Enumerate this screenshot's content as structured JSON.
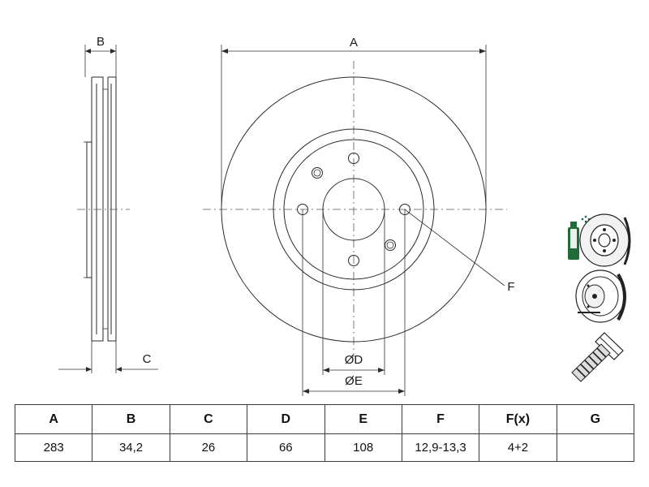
{
  "drawing": {
    "label_a": "A",
    "label_b": "B",
    "label_c": "C",
    "label_d": "ØD",
    "label_e": "ØE",
    "label_f": "F"
  },
  "table": {
    "headers": [
      "A",
      "B",
      "C",
      "D",
      "E",
      "F",
      "F(x)",
      "G"
    ],
    "values": [
      "283",
      "34,2",
      "26",
      "66",
      "108",
      "12,9-13,3",
      "4+2",
      ""
    ]
  },
  "icons": {
    "side_1": "brake-cleaner-and-disc-icon",
    "side_2": "disc-with-hardware-icon",
    "side_3": "screw-icon"
  },
  "colors": {
    "icon_green": "#1f6b3a",
    "line": "#2a2a2a"
  }
}
